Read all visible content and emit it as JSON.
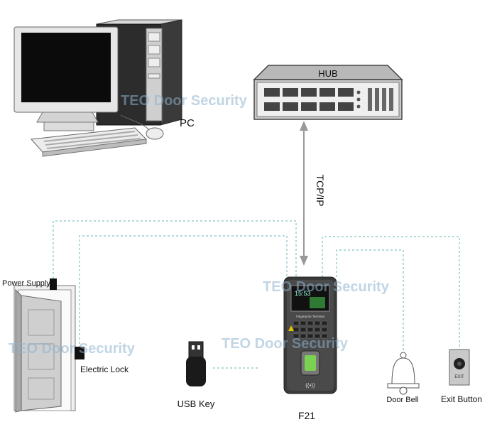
{
  "nodes": {
    "pc": "PC",
    "hub": "HUB",
    "tcpip": "TCP/IP",
    "power_supply": "Power Supply",
    "electric_lock": "Electric Lock",
    "usb_key": "USB Key",
    "f21": "F21",
    "door_bell": "Door Bell",
    "exit_button": "Exit Button"
  },
  "device": {
    "screen_time": "15:53",
    "panel_label": "Fingerprint Terminal",
    "exit_plate": "EXIT"
  },
  "watermark": "TEO Door Security",
  "colors": {
    "link_dashed": "#7fc4c4",
    "arrow": "#999999",
    "device_body": "#3a3a3a"
  }
}
